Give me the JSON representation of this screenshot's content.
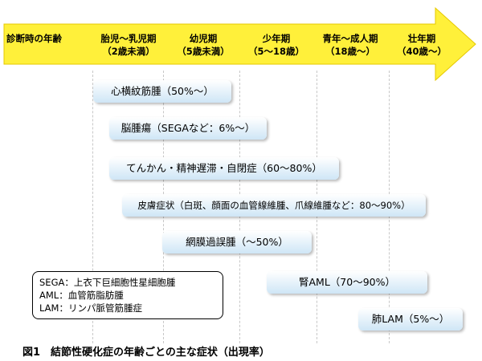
{
  "timeline": {
    "label": "診断時の年齢",
    "stages": [
      {
        "line1": "胎児～乳児期",
        "line2": "（2歳未満）"
      },
      {
        "line1": "幼児期",
        "line2": "（5歳未満）"
      },
      {
        "line1": "少年期",
        "line2": "（5～18歳）"
      },
      {
        "line1": "青年～成人期",
        "line2": "（18歳～）"
      },
      {
        "line1": "壮年期",
        "line2": "（40歳～）"
      }
    ],
    "arrow_color": "#fff03a"
  },
  "symptoms": [
    "心横紋筋腫（50%～）",
    "脳腫瘍（SEGAなど：6%～）",
    "てんかん・精神遅滞・自閉症（60～80%）",
    "皮膚症状（白斑、顔面の血管線維腫、爪線維腫など：80～90%）",
    "網膜過誤腫（～50%）",
    "腎AML（70～90%）",
    "肺LAM（5%～）"
  ],
  "legend": [
    "SEGA：上衣下巨細胞性星細胞腫",
    "AML：血管筋脂肪腫",
    "LAM：リンパ脈管筋腫症"
  ],
  "caption": "図1　結節性硬化症の年齢ごとの主な症状（出現率）"
}
